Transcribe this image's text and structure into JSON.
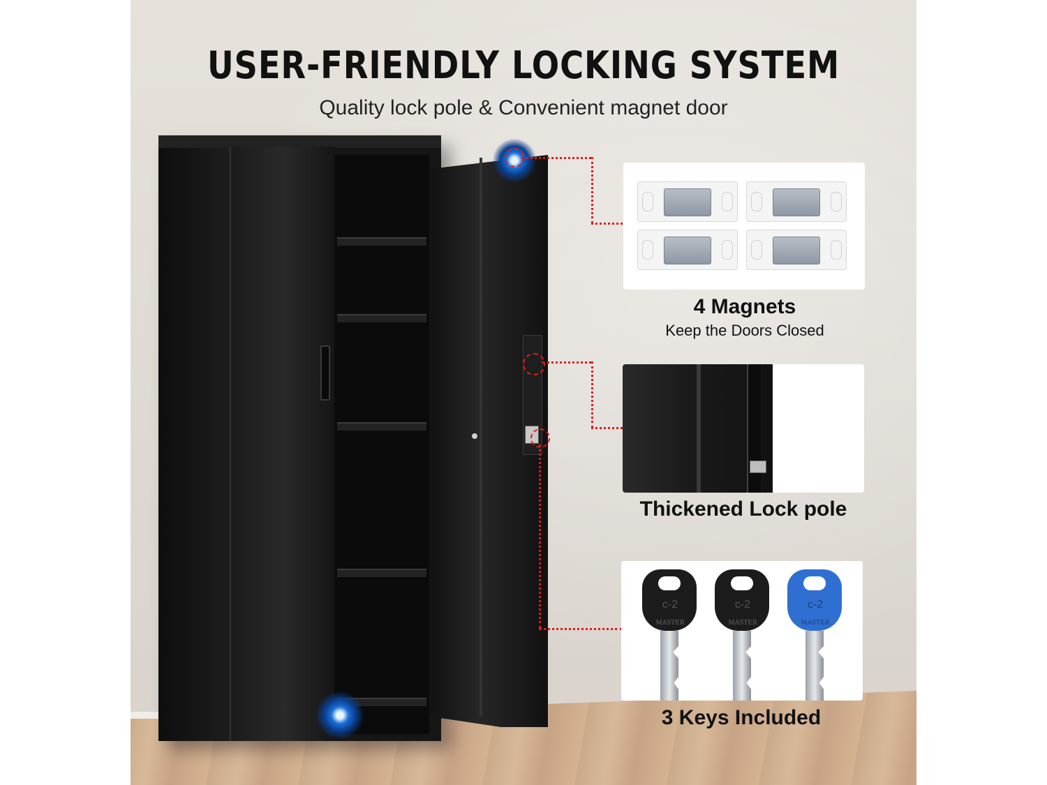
{
  "title": "USER-FRIENDLY LOCKING SYSTEM",
  "subtitle": "Quality lock pole & Convenient magnet door",
  "features": {
    "magnets": {
      "title": "4 Magnets",
      "subtitle": "Keep the Doors Closed"
    },
    "lock_pole": {
      "title": "Thickened Lock pole"
    },
    "keys": {
      "title": "3 Keys Included",
      "key_label": "MASTER",
      "key_number": "c-2",
      "key_colors": [
        "#1c1c1c",
        "#1c1c1c",
        "#2f6fd1"
      ]
    }
  },
  "colors": {
    "accent_dots": "#e01b1b",
    "swirl": "#1a6fd6"
  }
}
